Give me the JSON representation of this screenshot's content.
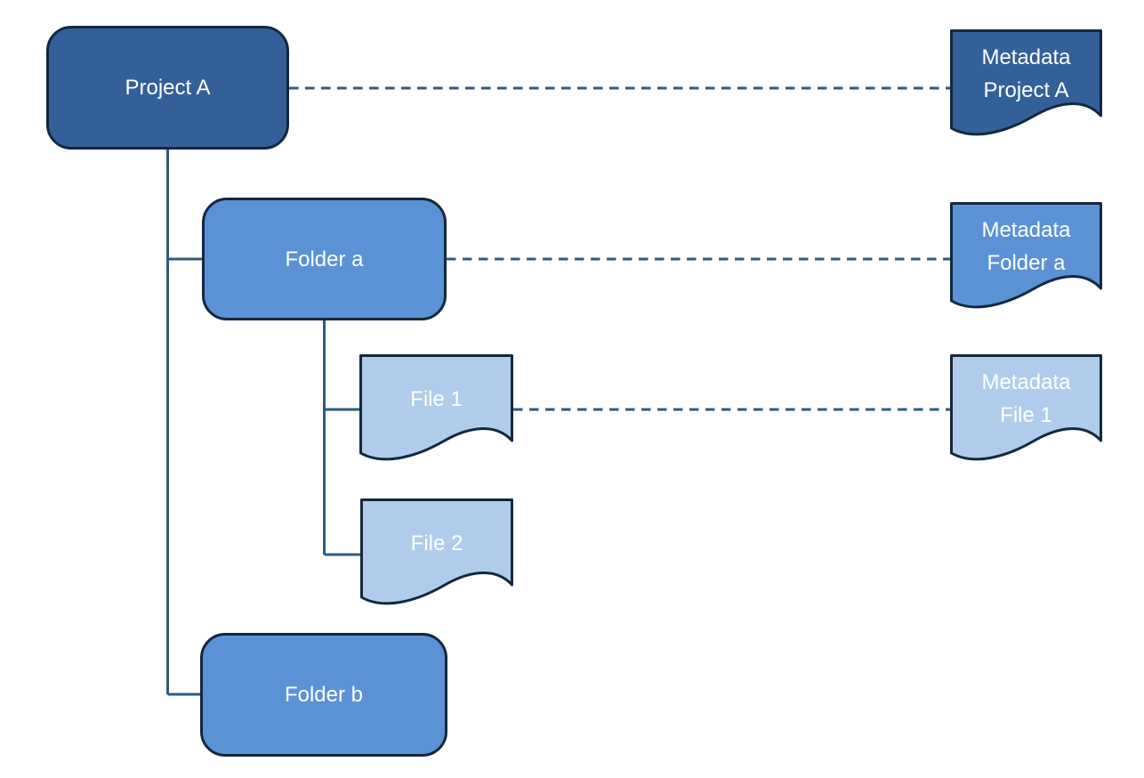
{
  "colors": {
    "project_fill": "#34609A",
    "folder_fill": "#5B92D6",
    "file_fill": "#B1CCEB",
    "shape_border": "#13283E",
    "connector": "#2E5B7E",
    "label_text": "#FFFFFF",
    "background": "#FFFFFF"
  },
  "nodes": {
    "project_a": {
      "label": "Project A",
      "type": "project"
    },
    "folder_a": {
      "label": "Folder a",
      "type": "folder"
    },
    "file_1": {
      "label": "File 1",
      "type": "file"
    },
    "file_2": {
      "label": "File 2",
      "type": "file"
    },
    "folder_b": {
      "label": "Folder b",
      "type": "folder"
    },
    "metadata_project_a": {
      "lines": [
        "Metadata",
        "Project A"
      ],
      "type": "project"
    },
    "metadata_folder_a": {
      "lines": [
        "Metadata",
        "Folder a"
      ],
      "type": "folder"
    },
    "metadata_file_1": {
      "lines": [
        "Metadata",
        "File 1"
      ],
      "type": "file"
    }
  },
  "edges": [
    {
      "from": "project_a",
      "to": "folder_a",
      "style": "solid"
    },
    {
      "from": "project_a",
      "to": "folder_b",
      "style": "solid"
    },
    {
      "from": "folder_a",
      "to": "file_1",
      "style": "solid"
    },
    {
      "from": "folder_a",
      "to": "file_2",
      "style": "solid"
    },
    {
      "from": "project_a",
      "to": "metadata_project_a",
      "style": "dashed"
    },
    {
      "from": "folder_a",
      "to": "metadata_folder_a",
      "style": "dashed"
    },
    {
      "from": "file_1",
      "to": "metadata_file_1",
      "style": "dashed"
    }
  ]
}
